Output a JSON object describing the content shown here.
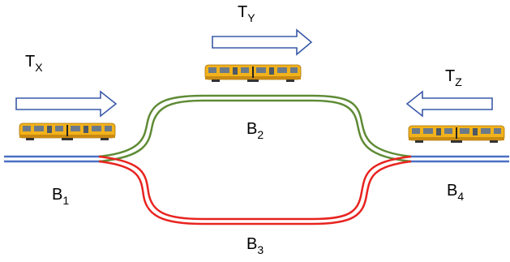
{
  "trains": [
    {
      "id": "TX",
      "letter": "T",
      "sub": "X",
      "direction": "right"
    },
    {
      "id": "TY",
      "letter": "T",
      "sub": "Y",
      "direction": "right"
    },
    {
      "id": "TZ",
      "letter": "T",
      "sub": "Z",
      "direction": "left"
    }
  ],
  "blocks": [
    {
      "id": "B1",
      "letter": "B",
      "sub": "1"
    },
    {
      "id": "B2",
      "letter": "B",
      "sub": "2"
    },
    {
      "id": "B3",
      "letter": "B",
      "sub": "3"
    },
    {
      "id": "B4",
      "letter": "B",
      "sub": "4"
    }
  ],
  "colors": {
    "straight_track": "#4a6fc4",
    "upper_track": "#5f8b35",
    "lower_track": "#e8231f",
    "arrow_outline": "#3a5aa8",
    "train_body": "#f2b21b",
    "train_window": "#6b7a8a",
    "train_stripe": "#c98a12"
  }
}
